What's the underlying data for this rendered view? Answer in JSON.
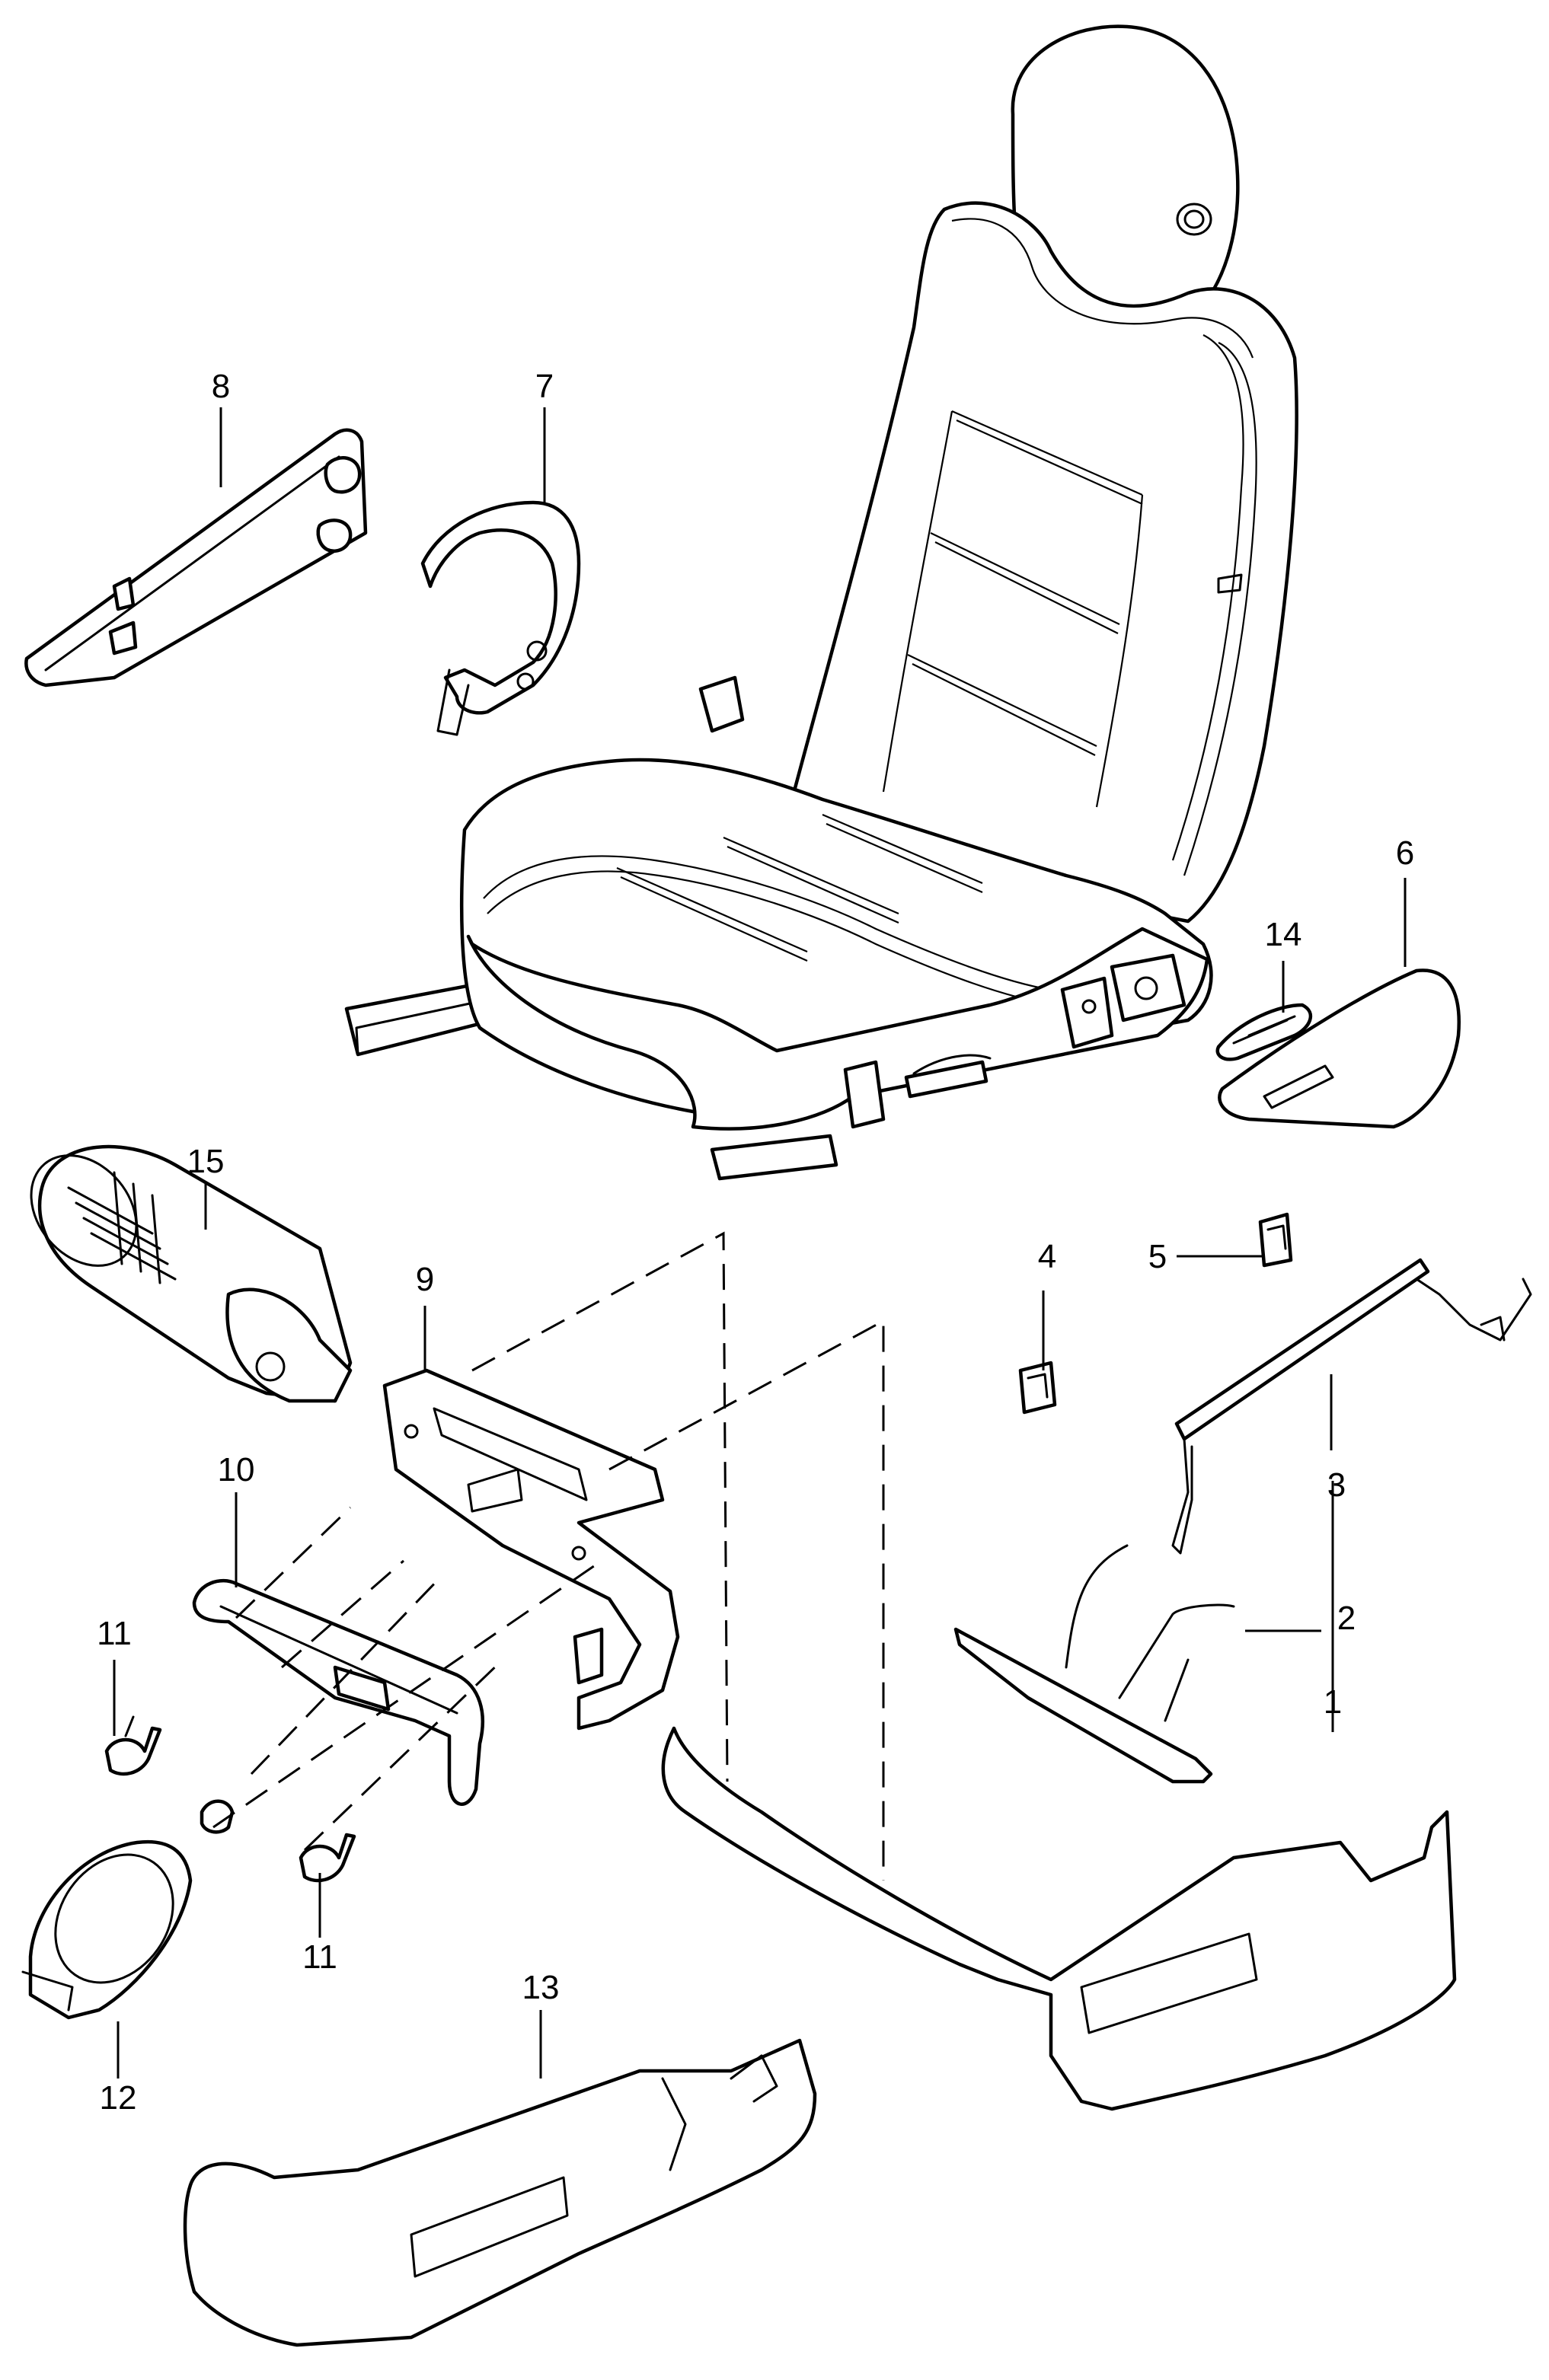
{
  "callouts": [
    {
      "id": "1",
      "label": "1"
    },
    {
      "id": "2",
      "label": "2"
    },
    {
      "id": "3",
      "label": "3"
    },
    {
      "id": "4",
      "label": "4"
    },
    {
      "id": "5",
      "label": "5"
    },
    {
      "id": "6",
      "label": "6"
    },
    {
      "id": "7",
      "label": "7"
    },
    {
      "id": "8",
      "label": "8"
    },
    {
      "id": "9",
      "label": "9"
    },
    {
      "id": "10",
      "label": "10"
    },
    {
      "id": "11a",
      "label": "11"
    },
    {
      "id": "11b",
      "label": "11"
    },
    {
      "id": "12",
      "label": "12"
    },
    {
      "id": "13",
      "label": "13"
    },
    {
      "id": "14",
      "label": "14"
    },
    {
      "id": "15",
      "label": "15"
    }
  ]
}
